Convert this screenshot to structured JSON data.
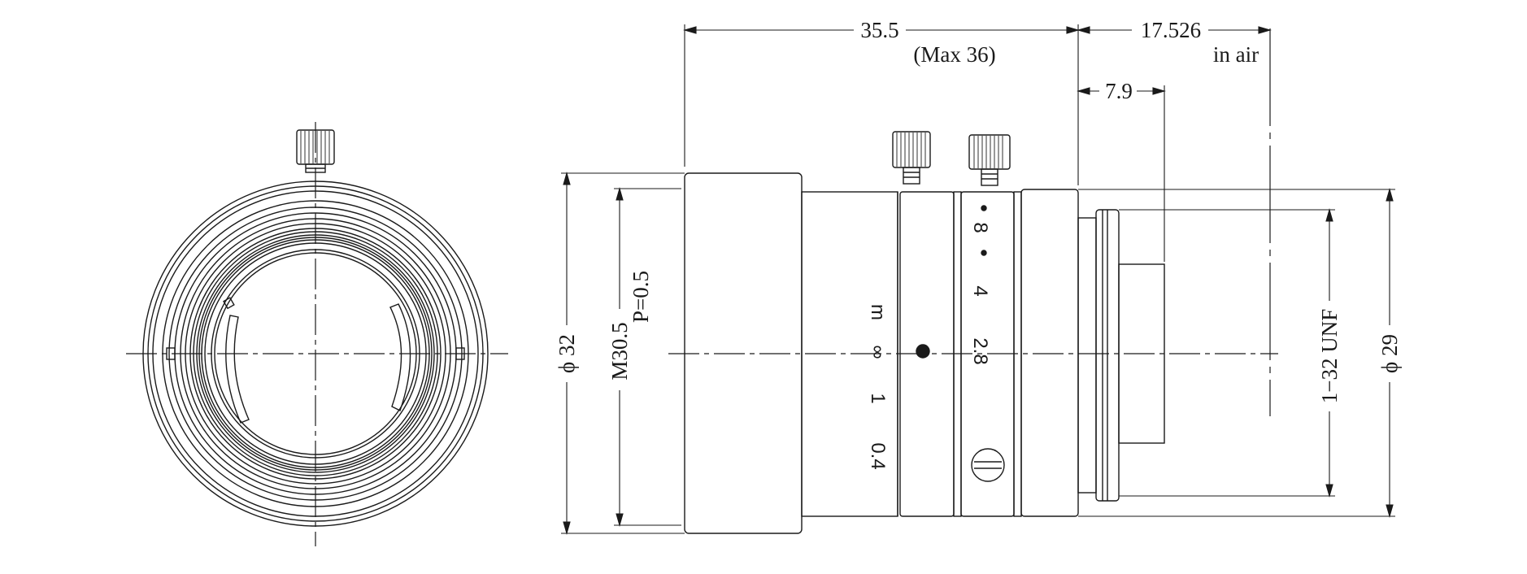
{
  "dimensions": {
    "overall_length": "35.5",
    "overall_length_max": "(Max 36)",
    "back_focal": "17.526",
    "back_focal_note": "in air",
    "mount_depth": "7.9",
    "front_diameter": "ϕ 32",
    "filter_thread": "M30.5",
    "filter_pitch": "P=0.5",
    "mount_thread": "1−32 UNF",
    "rear_diameter": "ϕ 29"
  },
  "focus_scale": {
    "unit": "m",
    "marks": [
      "∞",
      "1",
      "0.4"
    ]
  },
  "iris_scale": {
    "marks": [
      "8",
      "4",
      "2.8"
    ]
  },
  "colors": {
    "line": "#1a1a1a",
    "background": "#ffffff"
  }
}
